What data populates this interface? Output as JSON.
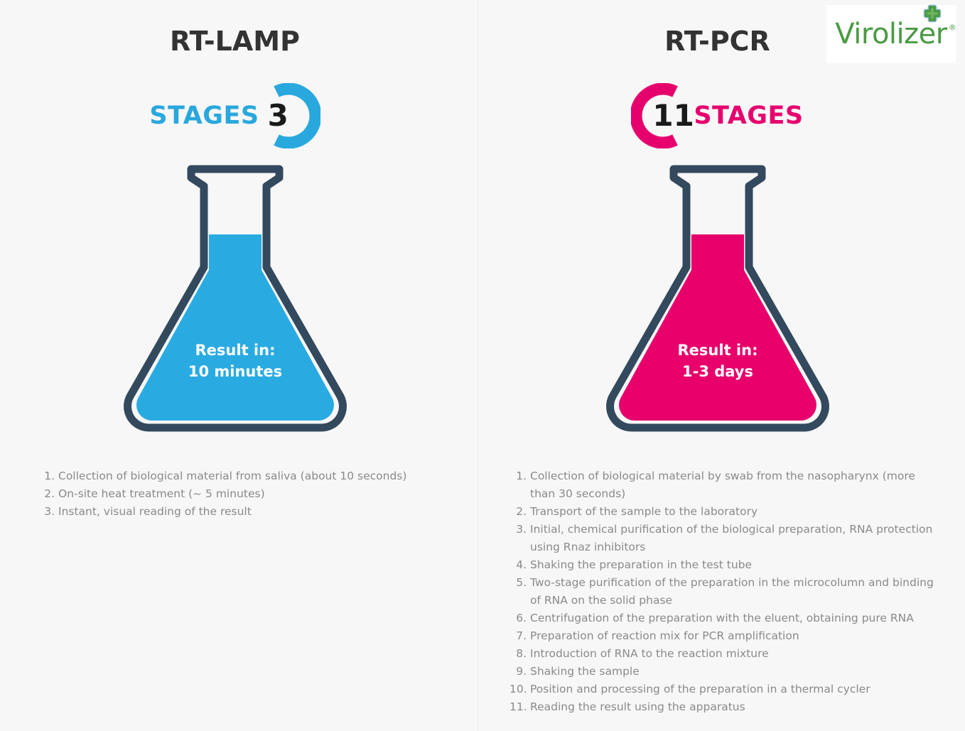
{
  "background_color": "#f7f7f7",
  "logo": {
    "name": "Virolizer",
    "registered_mark": "®",
    "color": "#4a9a43",
    "cross_icon": "green-cross-icon"
  },
  "columns": [
    {
      "id": "rt-lamp",
      "title": "RT-LAMP",
      "accent_color": "#29a8dd",
      "badge": {
        "stages_label": "STAGES",
        "count": "3",
        "ring_orientation": "gap-left"
      },
      "flask": {
        "outline_color": "#33495e",
        "fill_color": "#29abe2",
        "result_line1": "Result in:",
        "result_line2": "10 minutes"
      },
      "steps": [
        {
          "num": "1.",
          "text": "Collection of biological material from saliva (about 10 seconds)"
        },
        {
          "num": "2.",
          "text": "On-site heat treatment (~ 5 minutes)"
        },
        {
          "num": "3.",
          "text": "Instant, visual reading of the result"
        }
      ]
    },
    {
      "id": "rt-pcr",
      "title": "RT-PCR",
      "accent_color": "#e6006e",
      "badge": {
        "stages_label": "STAGES",
        "count": "11",
        "ring_orientation": "gap-right"
      },
      "flask": {
        "outline_color": "#33495e",
        "fill_color": "#e8006b",
        "result_line1": "Result in:",
        "result_line2": "1-3 days"
      },
      "steps": [
        {
          "num": "1.",
          "text": "Collection of biological material by swab from the nasopharynx (more than 30 seconds)"
        },
        {
          "num": "2.",
          "text": "Transport of the sample to the laboratory"
        },
        {
          "num": "3.",
          "text": "Initial, chemical purification of the biological preparation, RNA protection using Rnaz inhibitors"
        },
        {
          "num": "4.",
          "text": "Shaking the preparation in the test tube"
        },
        {
          "num": "5.",
          "text": "Two-stage purification of the preparation in the microcolumn and binding of RNA on the solid phase"
        },
        {
          "num": "6.",
          "text": "Centrifugation of the preparation with the eluent, obtaining pure RNA"
        },
        {
          "num": "7.",
          "text": "Preparation of reaction mix for PCR amplification"
        },
        {
          "num": "8.",
          "text": "Introduction of RNA to the reaction mixture"
        },
        {
          "num": "9.",
          "text": "Shaking the sample"
        },
        {
          "num": "10.",
          "text": "Position and processing of the preparation in a thermal cycler"
        },
        {
          "num": "11.",
          "text": "Reading the result using the apparatus"
        }
      ]
    }
  ]
}
